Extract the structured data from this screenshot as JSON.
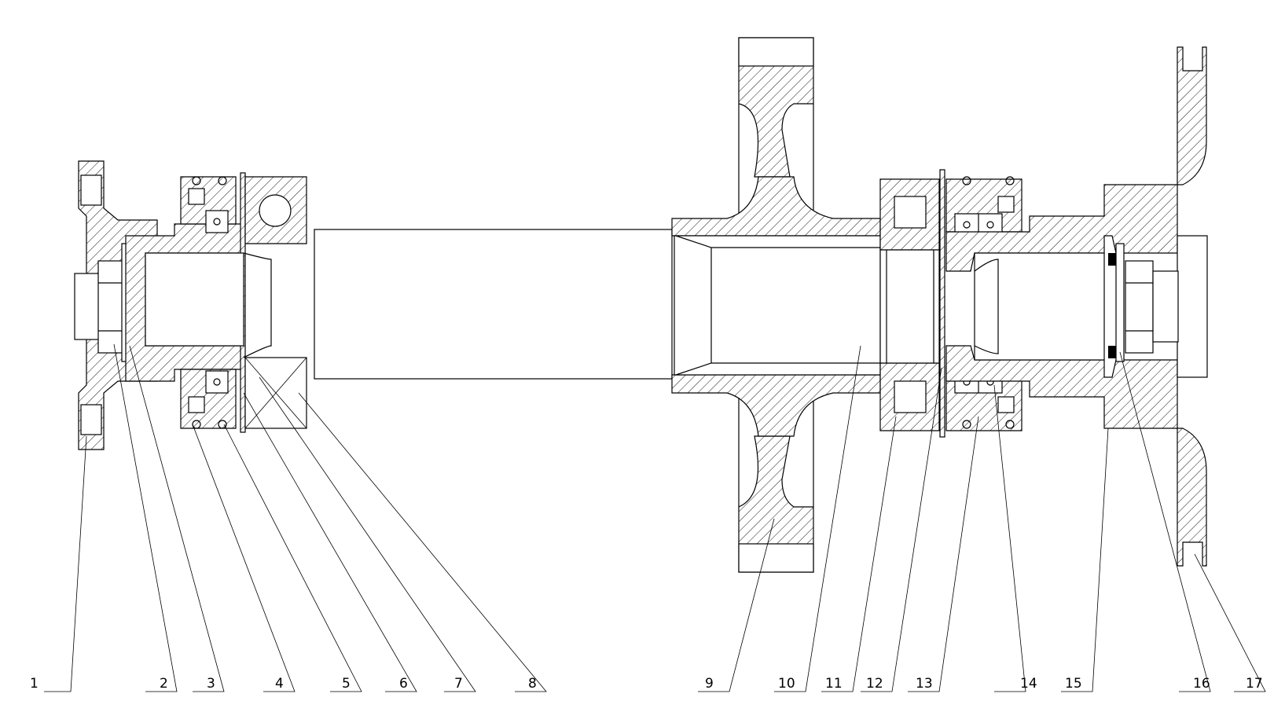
{
  "labels": [
    "1",
    "2",
    "3",
    "4",
    "5",
    "6",
    "7",
    "8",
    "9",
    "10",
    "11",
    "12",
    "13",
    "14",
    "15",
    "16",
    "17"
  ]
}
